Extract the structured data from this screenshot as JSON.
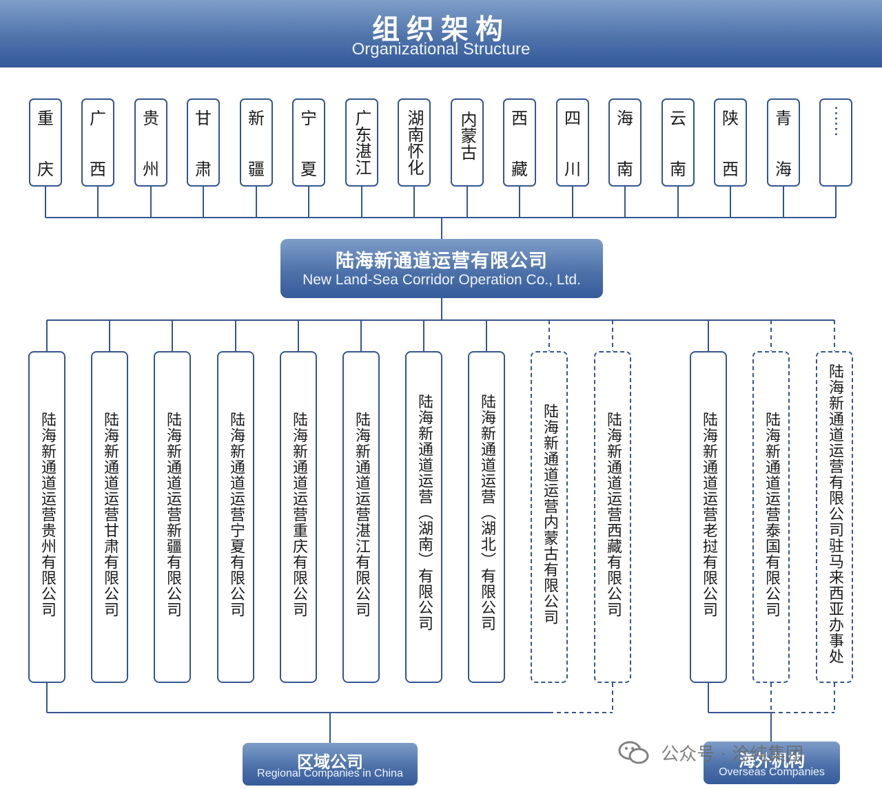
{
  "header": {
    "title": "组织架构",
    "subtitle": "Organizational Structure"
  },
  "provinces": [
    {
      "l1": "重",
      "l2": "庆"
    },
    {
      "l1": "广",
      "l2": "西"
    },
    {
      "l1": "贵",
      "l2": "州"
    },
    {
      "l1": "甘",
      "l2": "肃"
    },
    {
      "l1": "新",
      "l2": "疆"
    },
    {
      "l1": "宁",
      "l2": "夏"
    },
    {
      "full": "广东湛江"
    },
    {
      "full": "湖南怀化"
    },
    {
      "full": "内蒙古"
    },
    {
      "l1": "西",
      "l2": "藏"
    },
    {
      "l1": "四",
      "l2": "川"
    },
    {
      "l1": "海",
      "l2": "南"
    },
    {
      "l1": "云",
      "l2": "南"
    },
    {
      "l1": "陕",
      "l2": "西"
    },
    {
      "l1": "青",
      "l2": "海"
    },
    {
      "dots": "······"
    }
  ],
  "center": {
    "name_cn": "陆海新通道运营有限公司",
    "name_en": "New Land-Sea Corridor Operation Co., Ltd."
  },
  "subsidiaries": [
    {
      "name": "陆海新通道运营贵州有限公司"
    },
    {
      "name": "陆海新通道运营甘肃有限公司"
    },
    {
      "name": "陆海新通道运营新疆有限公司"
    },
    {
      "name": "陆海新通道运营宁夏有限公司"
    },
    {
      "name": "陆海新通道运营重庆有限公司"
    },
    {
      "name": "陆海新通道运营湛江有限公司"
    },
    {
      "name": "陆海新通道运营（湖南）有限公司"
    },
    {
      "name": "陆海新通道运营（湖北）有限公司"
    },
    {
      "name": "陆海新通道运营内蒙古有限公司"
    },
    {
      "name": "陆海新通道运营西藏有限公司"
    },
    {
      "name": "陆海新通道运营老挝有限公司"
    },
    {
      "name": "陆海新通道运营泰国有限公司"
    },
    {
      "name": "陆海新通道运营有限公司驻马来西亚办事处"
    }
  ],
  "categories": {
    "regional": {
      "cn": "区域公司",
      "en": "Regional Companies in China"
    },
    "overseas": {
      "cn": "海外机构",
      "en": "Overseas Companies"
    }
  },
  "watermark": {
    "text": "公众号 · 沧纯集团"
  },
  "colors": {
    "primary": "#34558e",
    "banner_top": "#7f9fc9",
    "banner_bottom": "#33589a"
  }
}
